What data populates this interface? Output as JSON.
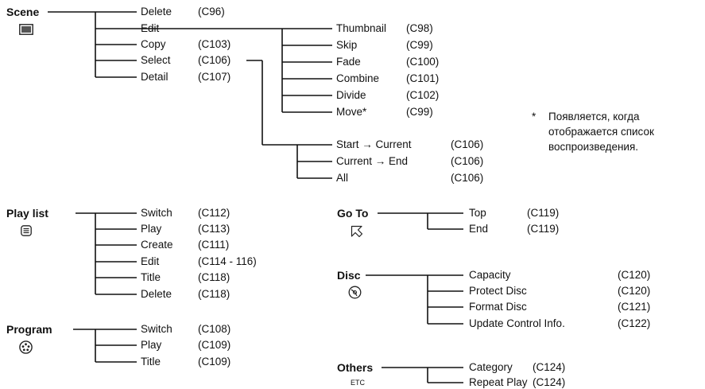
{
  "scene": {
    "title": "Scene",
    "items": [
      {
        "label": "Delete",
        "ref": "(C96)"
      },
      {
        "label": "Edit",
        "ref": ""
      },
      {
        "label": "Copy",
        "ref": "(C103)"
      },
      {
        "label": "Select",
        "ref": "(C106)"
      },
      {
        "label": "Detail",
        "ref": "(C107)"
      }
    ],
    "edit_items": [
      {
        "label": "Thumbnail",
        "ref": "(C98)"
      },
      {
        "label": "Skip",
        "ref": "(C99)"
      },
      {
        "label": "Fade",
        "ref": "(C100)"
      },
      {
        "label": "Combine",
        "ref": "(C101)"
      },
      {
        "label": "Divide",
        "ref": "(C102)"
      },
      {
        "label": "Move*",
        "ref": "(C99)"
      }
    ],
    "select_items": [
      {
        "label": "Start → Current",
        "ref": "(C106)"
      },
      {
        "label": "Current → End",
        "ref": "(C106)"
      },
      {
        "label": "All",
        "ref": "(C106)"
      }
    ]
  },
  "footnote": {
    "star": "*",
    "lines": [
      "Появляется, когда",
      "отображается список",
      "воспроизведения."
    ]
  },
  "playlist": {
    "title": "Play list",
    "items": [
      {
        "label": "Switch",
        "ref": "(C112)"
      },
      {
        "label": "Play",
        "ref": "(C113)"
      },
      {
        "label": "Create",
        "ref": "(C111)"
      },
      {
        "label": "Edit",
        "ref": "(C114 - 116)"
      },
      {
        "label": "Title",
        "ref": "(C118)"
      },
      {
        "label": "Delete",
        "ref": "(C118)"
      }
    ]
  },
  "program": {
    "title": "Program",
    "items": [
      {
        "label": "Switch",
        "ref": "(C108)"
      },
      {
        "label": "Play",
        "ref": "(C109)"
      },
      {
        "label": "Title",
        "ref": "(C109)"
      }
    ]
  },
  "goto": {
    "title": "Go To",
    "items": [
      {
        "label": "Top",
        "ref": "(C119)"
      },
      {
        "label": "End",
        "ref": "(C119)"
      }
    ]
  },
  "disc": {
    "title": "Disc",
    "items": [
      {
        "label": "Capacity",
        "ref": "(C120)"
      },
      {
        "label": "Protect Disc",
        "ref": "(C120)"
      },
      {
        "label": "Format Disc",
        "ref": "(C121)"
      },
      {
        "label": "Update Control Info.",
        "ref": "(C122)"
      }
    ]
  },
  "others": {
    "title": "Others",
    "icon_text": "ETC",
    "items": [
      {
        "label": "Category",
        "ref": "(C124)"
      },
      {
        "label": "Repeat Play",
        "ref": "(C124)"
      }
    ]
  }
}
